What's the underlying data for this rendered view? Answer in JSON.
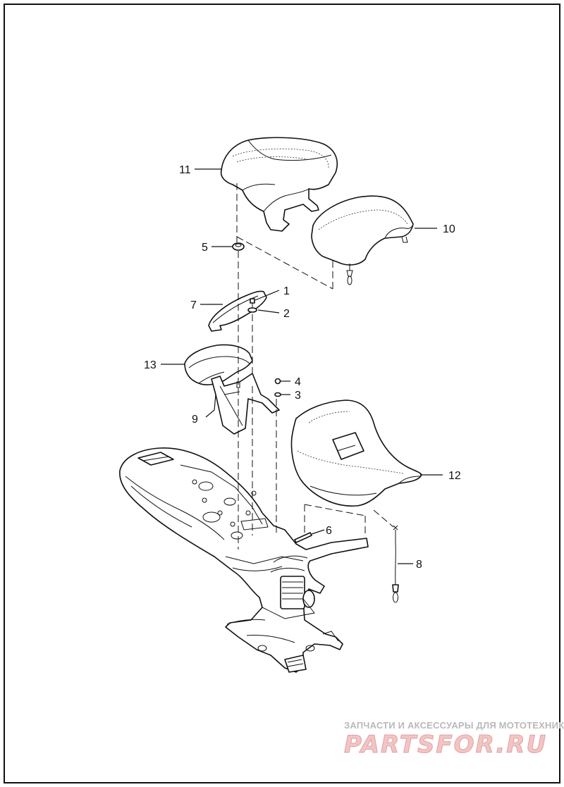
{
  "callouts": [
    {
      "id": "1",
      "part": "screw"
    },
    {
      "id": "2",
      "part": "washer"
    },
    {
      "id": "3",
      "part": "washer"
    },
    {
      "id": "4",
      "part": "nut"
    },
    {
      "id": "5",
      "part": "grommet"
    },
    {
      "id": "6",
      "part": "strap"
    },
    {
      "id": "7",
      "part": "grab strap"
    },
    {
      "id": "8",
      "part": "seat tether cable"
    },
    {
      "id": "9",
      "part": "pillion bracket"
    },
    {
      "id": "10",
      "part": "rider seat"
    },
    {
      "id": "11",
      "part": "passenger seat"
    },
    {
      "id": "12",
      "part": "solo seat"
    },
    {
      "id": "13",
      "part": "passenger pillion"
    }
  ],
  "watermark": {
    "tagline": "ЗАПЧАСТИ И АКСЕССУАРЫ ДЛЯ МОТОТЕХНИКИ",
    "logo": "PARTSFOR.RU"
  },
  "colors": {
    "line": "#111111",
    "watermark_text": "#b9b9b9",
    "watermark_logo": "#f2c5c5"
  }
}
